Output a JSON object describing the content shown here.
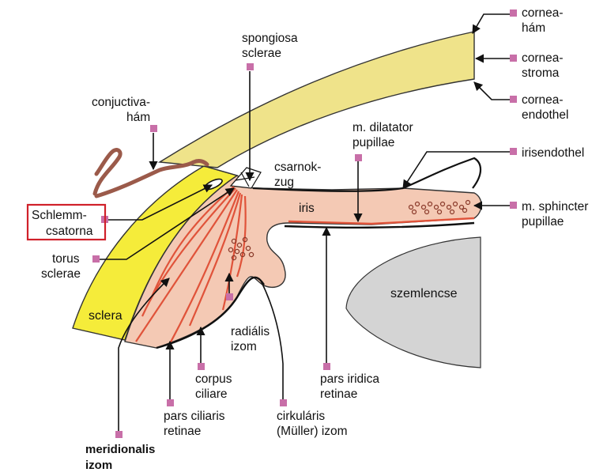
{
  "labels": {
    "cornea_ham_1": "cornea-",
    "cornea_ham_2": "hám",
    "cornea_stroma_1": "cornea-",
    "cornea_stroma_2": "stroma",
    "cornea_endothel_1": "cornea-",
    "cornea_endothel_2": "endothel",
    "spongiosa_1": "spongiosa",
    "spongiosa_2": "sclerae",
    "conjunctiva_1": "conjuctiva-",
    "conjunctiva_2": "hám",
    "dilatator_1": "m. dilatator",
    "dilatator_2": "pupillae",
    "irisendothel": "irisendothel",
    "csarnokzug_1": "csarnok-",
    "csarnokzug_2": "zug",
    "iris": "iris",
    "schlemm_1": "Schlemm-",
    "schlemm_2": "csatorna",
    "sphincter_1": "m. sphincter",
    "sphincter_2": "pupillae",
    "torus_1": "torus",
    "torus_2": "sclerae",
    "sclera": "sclera",
    "szemlencse": "szemlencse",
    "radialis_1": "radiális",
    "radialis_2": "izom",
    "corpus_1": "corpus",
    "corpus_2": "ciliare",
    "pars_iridica_1": "pars iridica",
    "pars_iridica_2": "retinae",
    "pars_ciliaris_1": "pars ciliaris",
    "pars_ciliaris_2": "retinae",
    "cirkularis_1": "cirkuláris",
    "cirkularis_2": "(Müller) izom",
    "meridionalis_1": "meridionalis",
    "meridionalis_2": "izom"
  },
  "colors": {
    "cornea_fill": "#efe38a",
    "sclera_fill": "#f5ec3a",
    "ciliary_fill": "#f4c9b4",
    "muscle": "#e0533a",
    "lens_fill": "#d4d4d4",
    "highlight_box": "#d0212a",
    "marker": "#c86fa8"
  }
}
